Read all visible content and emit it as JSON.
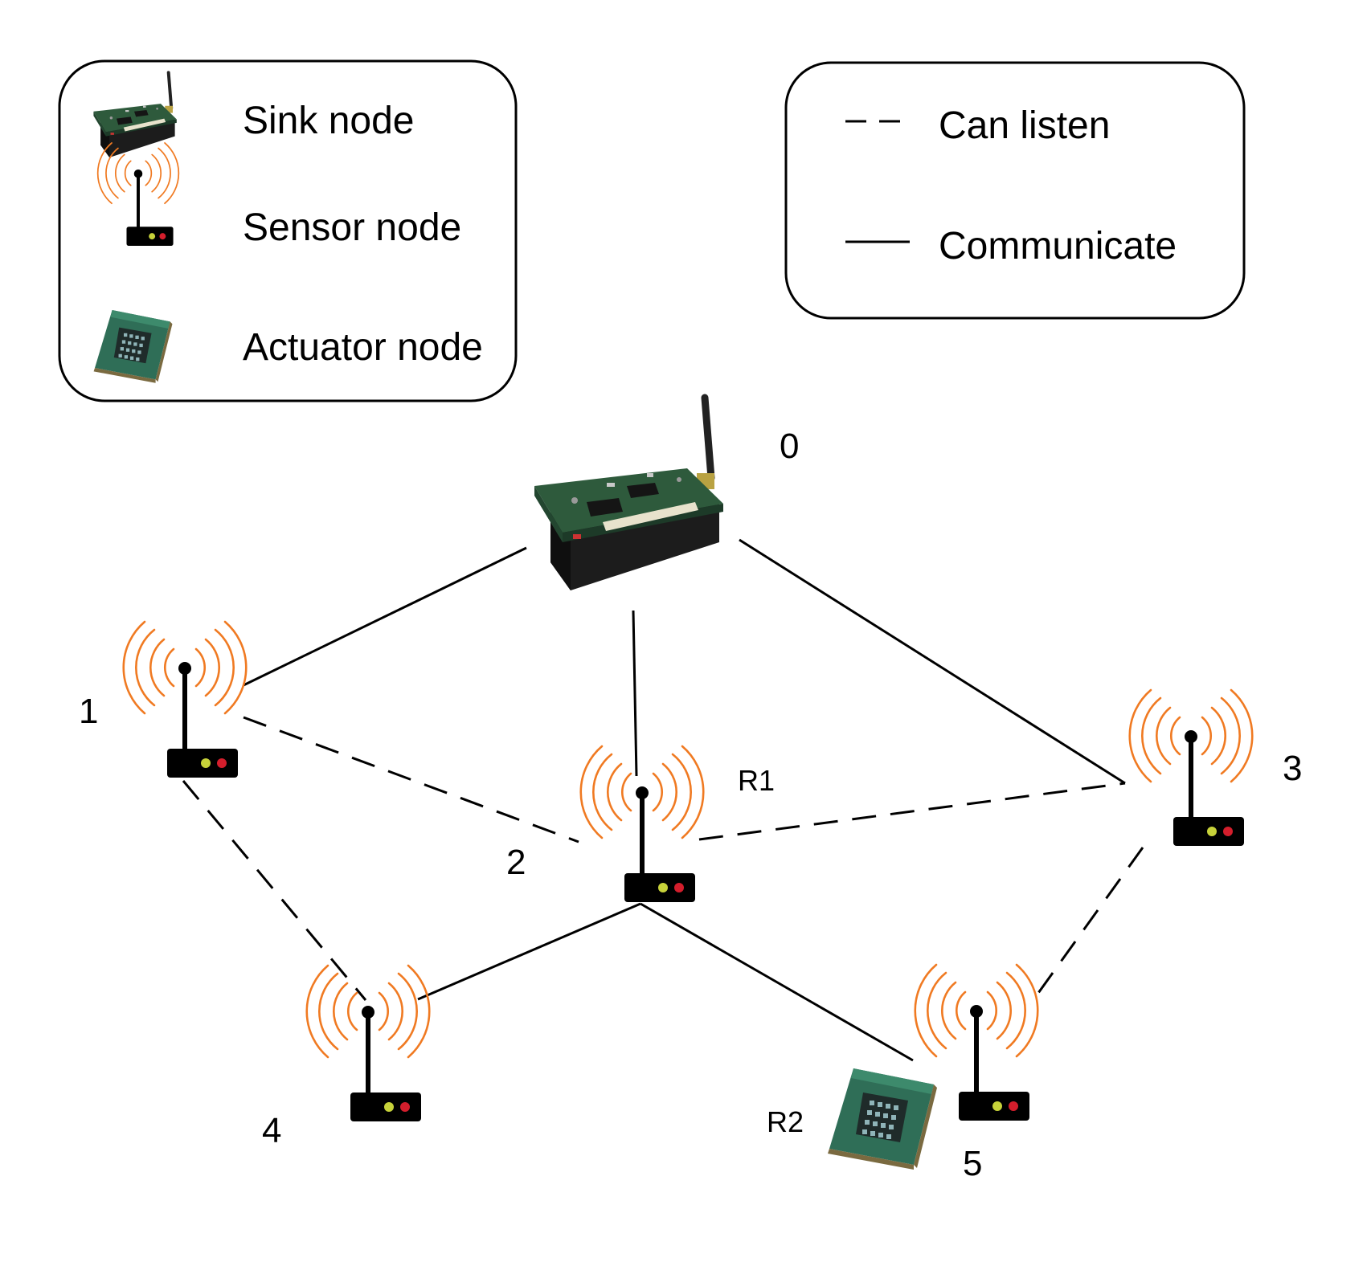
{
  "legend_nodes": {
    "sink_label": "Sink node",
    "sensor_label": "Sensor node",
    "actuator_label": "Actuator node"
  },
  "legend_links": {
    "listen_label": "Can listen",
    "communicate_label": "Communicate"
  },
  "nodes": {
    "n0": "0",
    "n1": "1",
    "n2": "2",
    "n3": "3",
    "n4": "4",
    "n5": "5",
    "r1": "R1",
    "r2": "R2"
  },
  "colors": {
    "wave": "#f07a22",
    "pcb": "#2e5a3c",
    "led_green": "#c7d23a",
    "led_red": "#d41e2c",
    "line": "#000000"
  }
}
